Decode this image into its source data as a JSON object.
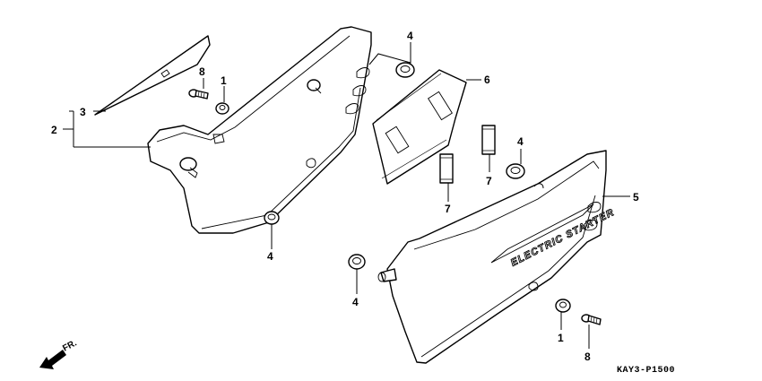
{
  "callouts": {
    "c1_top": "1",
    "c1_bottom": "1",
    "c2": "2",
    "c3": "3",
    "c4_top": "4",
    "c4_mid": "4",
    "c4_left": "4",
    "c4_lower": "4",
    "c5": "5",
    "c6": "6",
    "c7_left": "7",
    "c7_right": "7",
    "c8_top": "8",
    "c8_bottom": "8"
  },
  "emblem_text": "ELECTRIC STARTER",
  "direction_label": "FR.",
  "diagram_code": "KAY3-P1500"
}
